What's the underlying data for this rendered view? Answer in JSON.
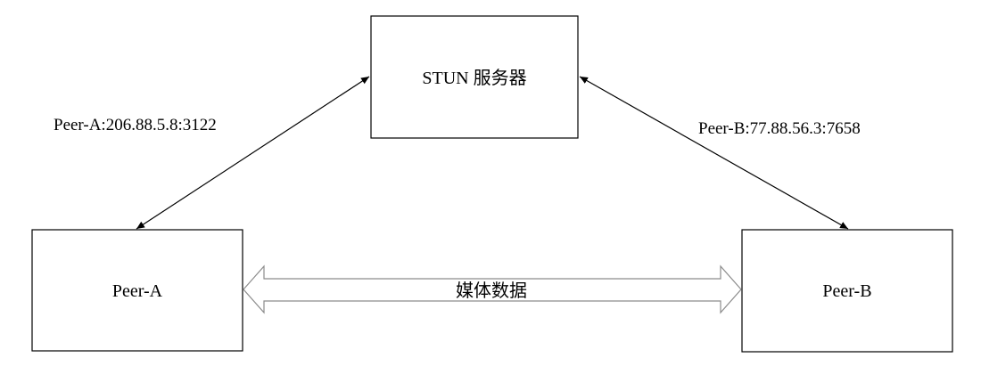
{
  "nodes": {
    "stun": {
      "label": "STUN 服务器"
    },
    "peer_a": {
      "label": "Peer-A"
    },
    "peer_b": {
      "label": "Peer-B"
    }
  },
  "edges": {
    "a_to_stun": {
      "label": "Peer-A:206.88.5.8:3122"
    },
    "b_to_stun": {
      "label": "Peer-B:77.88.56.3:7658"
    },
    "media": {
      "label": "媒体数据"
    }
  },
  "colors": {
    "stroke": "#000000",
    "media_arrow": "#8c8c8c",
    "background": "#ffffff"
  }
}
